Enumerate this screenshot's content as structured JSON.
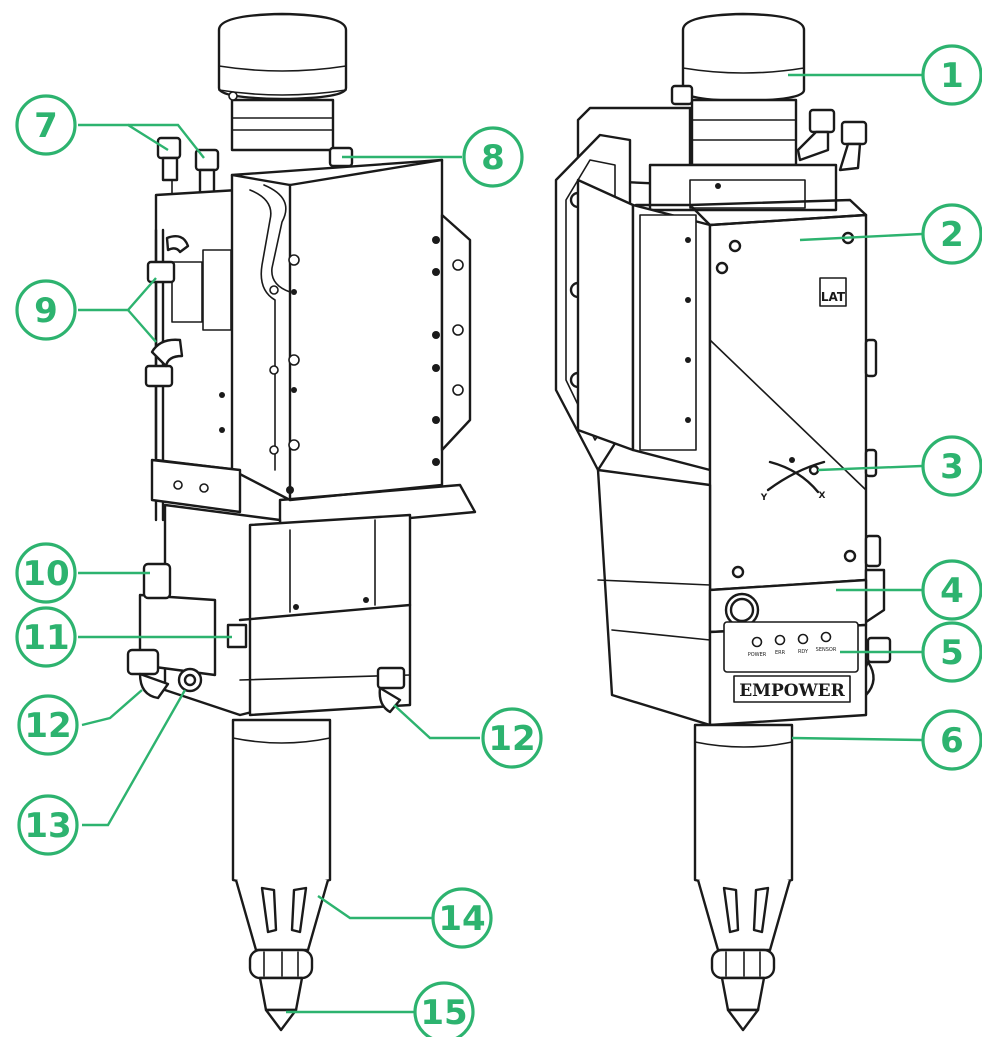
{
  "colors": {
    "callout": "#2db36f",
    "line": "#1a1a1a",
    "background": "#ffffff"
  },
  "panel_text": {
    "brand": "EMPOWER",
    "logo": "LAT",
    "axis_y": "Y",
    "axis_x": "X",
    "indicators": [
      "POWER",
      "ERR",
      "RDY",
      "SENSOR"
    ]
  },
  "callouts": [
    {
      "number": "1"
    },
    {
      "number": "2"
    },
    {
      "number": "3"
    },
    {
      "number": "4"
    },
    {
      "number": "5"
    },
    {
      "number": "6"
    },
    {
      "number": "7"
    },
    {
      "number": "8"
    },
    {
      "number": "9"
    },
    {
      "number": "10"
    },
    {
      "number": "11"
    },
    {
      "number": "12"
    },
    {
      "number": "12"
    },
    {
      "number": "13"
    },
    {
      "number": "14"
    },
    {
      "number": "15"
    }
  ]
}
